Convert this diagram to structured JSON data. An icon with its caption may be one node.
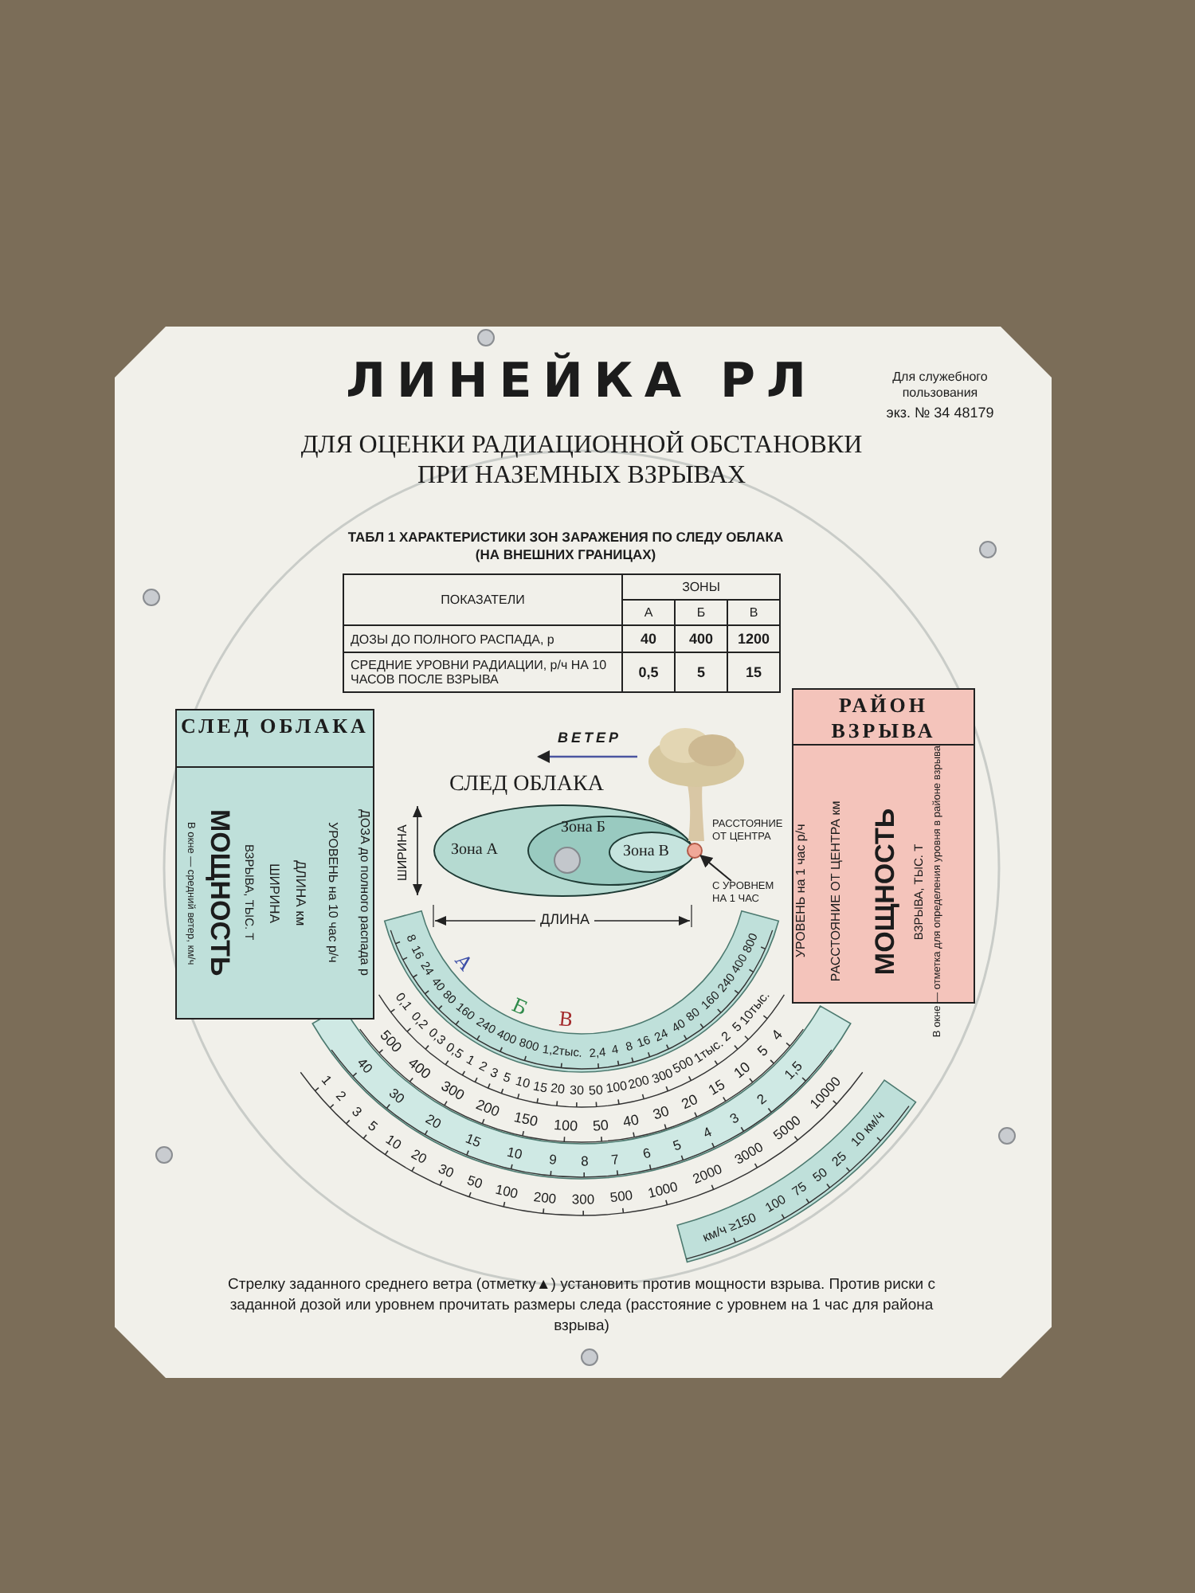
{
  "diagram": {
    "title": "ЛИНЕЙКА РЛ",
    "nodes": [
      {
        "text": [
          "СЛЕД ОБЛАКА",
          "В окне — средний ветер, км/ч",
          "МОЩНОСТЬ",
          "ВЗРЫВА, ТЫС. Т",
          "ШИРИНА",
          "ДЛИНА км",
          "УРОВЕНЬ на 10 час р/ч",
          "ДОЗА до полного распада р"
        ]
      },
      {
        "text": [
          "РАЙОН ВЗРЫВА",
          "УРОВЕНЬ на 1 час р/ч",
          "РАССТОЯНИЕ ОТ ЦЕНТРА км",
          "МОЩНОСТЬ",
          "ВЗРЫВА, ТЫС. Т",
          "В окне — отметка для определения уровня в районе взрыва"
        ]
      },
      {
        "text": [
          "Зона А"
        ]
      },
      {
        "text": [
          "Зона Б"
        ],
        "in": 2
      },
      {
        "text": [
          "Зона В"
        ],
        "in": 3
      },
      {
        "text": [],
        "shape": "circle"
      },
      {
        "text": [
          "С УРОВНЕМ НА 1 ЧАС"
        ]
      }
    ],
    "edges": [
      {
        "from": 6,
        "to": 5,
        "arrow": "to"
      }
    ],
    "labels": [
      "ДЛЯ ОЦЕНКИ РАДИАЦИОННОЙ ОБСТАНОВКИ ПРИ НАЗЕМНЫХ ВЗРЫВАХ",
      "Для служебного пользования",
      "экз. № 34 48179",
      "ТАБЛ 1 ХАРАКТЕРИСТИКИ ЗОН ЗАРАЖЕНИЯ ПО СЛЕДУ ОБЛАКА (НА ВНЕШНИХ ГРАНИЦАХ)",
      "ПОКАЗАТЕЛИ",
      "ЗОНЫ",
      "А",
      "Б",
      "В",
      "ДОЗЫ ДО ПОЛНОГО РАСПАДА, р",
      "40",
      "400",
      "1200",
      "СРЕДНИЕ УРОВНИ РАДИАЦИИ, р/ч НА 10 ЧАСОВ ПОСЛЕ ВЗРЫВА",
      "0,5",
      "5",
      "15",
      "ВЕТЕР",
      "СЛЕД ОБЛАКА",
      "ШИРИНА",
      "ДЛИНА",
      "РАССТОЯНИЕ ОТ ЦЕНТРА",
      "Стрелку заданного среднего ветра (отметку▲) установить против мощности взрыва. Против риски с заданной дозой или уровнем прочитать размеры следа (расстояние с уровнем на 1 час для района взрыва)",
      "8",
      "16",
      "24",
      "40",
      "80",
      "160",
      "240",
      "400",
      "800",
      "1,2тыс.",
      "2,4",
      "4",
      "8",
      "16",
      "24",
      "40",
      "80",
      "160",
      "240",
      "400",
      "800",
      "0,1",
      "0,2",
      "0,3",
      "0,5",
      "1",
      "2",
      "3",
      "5",
      "10",
      "15",
      "20",
      "30",
      "50",
      "100",
      "200",
      "300",
      "500",
      "1тыс.",
      "2",
      "5",
      "10тыс.",
      "500",
      "400",
      "300",
      "200",
      "150",
      "100",
      "50",
      "40",
      "30",
      "20",
      "15",
      "10",
      "5",
      "4",
      "40",
      "30",
      "20",
      "15",
      "10",
      "9",
      "8",
      "7",
      "6",
      "5",
      "4",
      "3",
      "2",
      "1,5",
      "1",
      "2",
      "3",
      "5",
      "10",
      "20",
      "30",
      "50",
      "100",
      "200",
      "300",
      "500",
      "1000",
      "2000",
      "3000",
      "5000",
      "10000",
      "км/ч ≥150",
      "100",
      "75",
      "50",
      "25",
      "10 км/ч",
      "А",
      "Б",
      "В"
    ]
  }
}
